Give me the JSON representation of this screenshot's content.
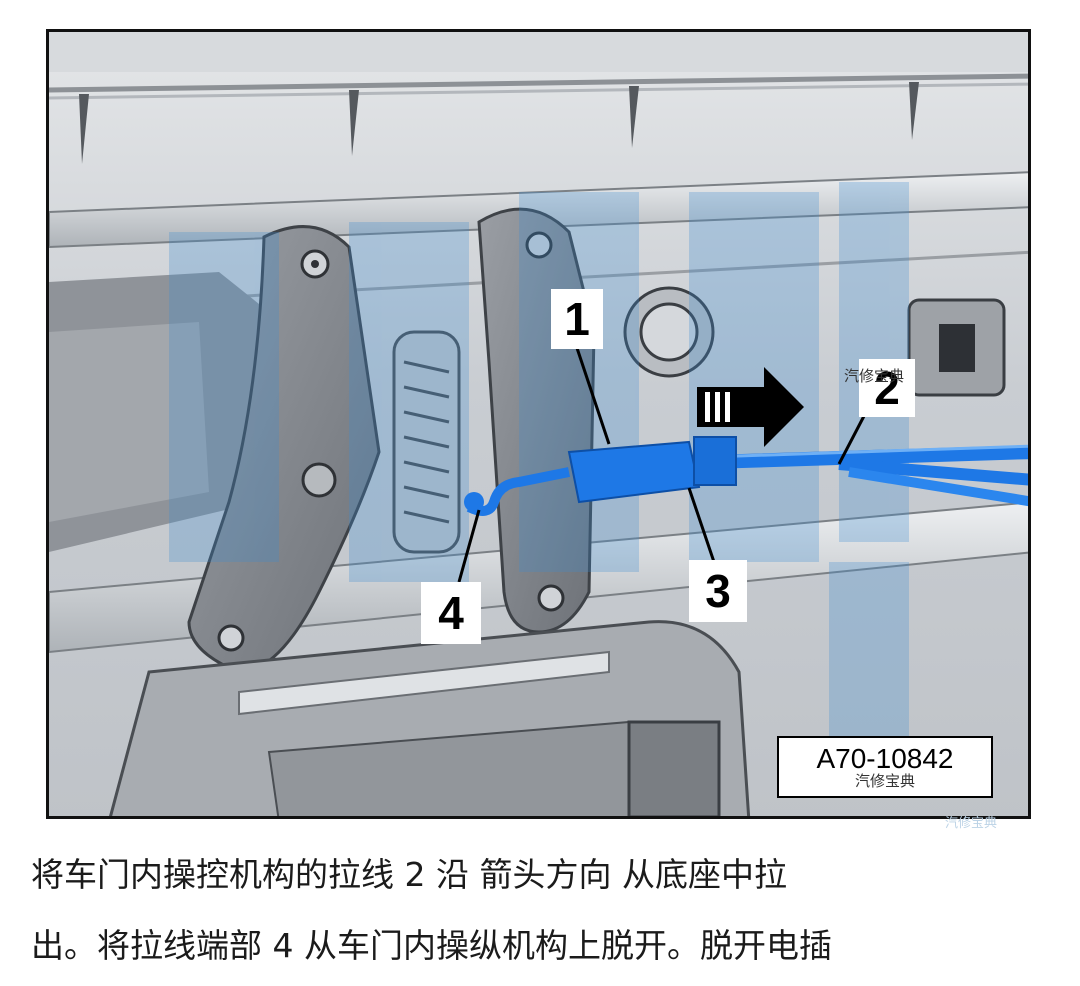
{
  "figure": {
    "callouts": [
      "1",
      "2",
      "3",
      "4"
    ],
    "watermark_caption": "汽修宝典",
    "code_label": "A70-10842",
    "code_sublabel": "汽修宝典",
    "corner_mark": "汽修宝典",
    "icons": [
      "direction-arrow-icon",
      "bolt-icon"
    ],
    "cable_color": "#1e78e6",
    "watermark_color": "#3c8cd2"
  },
  "instruction": {
    "line1": "将车门内操控机构的拉线 2 沿 箭头方向 从底座中拉",
    "line2": "出。将拉线端部 4 从车门内操纵机构上脱开。脱开电插"
  }
}
